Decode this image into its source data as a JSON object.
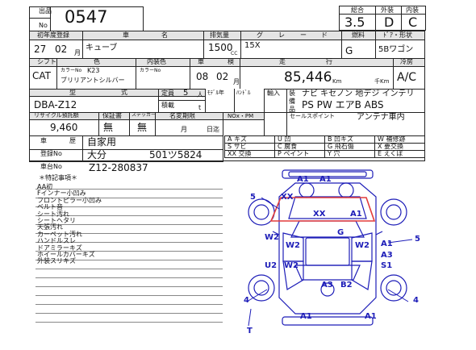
{
  "lot_box": {
    "label_top": "出品",
    "label_bottom": "No",
    "number": "0547"
  },
  "scores": {
    "overall_label": "総合",
    "overall": "3.5",
    "exterior_label": "外装",
    "exterior": "D",
    "interior_label": "内装",
    "interior": "C"
  },
  "row1": {
    "reg_label": "初年度登録",
    "reg_year": "27",
    "reg_month": "02",
    "month_unit": "月",
    "name_label1": "車",
    "name_label2": "名",
    "name": "キューブ",
    "displacement_label": "排気量",
    "displacement": "1500",
    "cc": "CC",
    "grade_label1": "グ",
    "grade_label2": "レ",
    "grade_label3": "ー",
    "grade_label4": "ド",
    "grade": "15X",
    "fuel_label": "燃料",
    "fuel": "G",
    "body_label": "ﾄﾞｱ・形状",
    "body": "5Bワゴン"
  },
  "row2": {
    "shift_label": "シフト",
    "shift": "CAT",
    "color_label": "色",
    "color_no_prefix": "カラーNo",
    "color_no": "K23",
    "color_name": "ブリリアントシルバー",
    "interior_label": "内装色",
    "interior_color_no": "カラーNo",
    "inspection_label1": "車",
    "inspection_label2": "検",
    "inspection_year": "08",
    "inspection_month": "02",
    "mileage_label1": "走",
    "mileage_label2": "行",
    "mileage": "85,446",
    "km": "Km",
    "thousand_km": "千Km",
    "ac_label": "冷房",
    "ac": "A/C"
  },
  "row3": {
    "model_label1": "型",
    "model_label2": "式",
    "model": "DBA-Z12",
    "capacity_label": "定員",
    "capacity": "5",
    "person": "人",
    "load_label": "積載",
    "ton": "t",
    "model_year_label": "ﾓﾃﾞﾙ年",
    "handle_label": "ﾊﾝﾄﾞﾙ",
    "import_label": "輸入",
    "equipment_label": "装備品",
    "equipment_line1": "ナビ キセノン 地デジ インテリ",
    "equipment_line2": "PS PW エアB ABS"
  },
  "row4": {
    "recycle_label": "リサイクル預託額",
    "recycle": "9,460",
    "warranty_label": "保証書",
    "warranty": "無",
    "sticker_label": "ステッカー",
    "sticker": "無",
    "name_change_label": "名変期限",
    "name_change_month": "月",
    "name_change_day": "日迄",
    "nox_label": "NOx・PM",
    "sales_point_label": "セールスポイント",
    "sales_point": "アンテナ車内"
  },
  "history": {
    "history_label1": "車",
    "history_label2": "歴",
    "history": "自家用",
    "plate_label": "登録No",
    "plate_area": "大分",
    "plate_number": "501ツ5824",
    "frame_label": "車台No",
    "frame_number": "Z12-280837"
  },
  "legend": [
    {
      "code": "A",
      "text": "キズ"
    },
    {
      "code": "U",
      "text": "凹"
    },
    {
      "code": "B",
      "text": "凹キズ"
    },
    {
      "code": "W",
      "text": "補修跡"
    },
    {
      "code": "S",
      "text": "サビ"
    },
    {
      "code": "C",
      "text": "腐食"
    },
    {
      "code": "G",
      "text": "飛石傷"
    },
    {
      "code": "X",
      "text": "要交換"
    },
    {
      "code": "XX",
      "text": "交換"
    },
    {
      "code": "P",
      "text": "ペイント"
    },
    {
      "code": "Y",
      "text": "穴"
    },
    {
      "code": "E",
      "text": "えくぼ"
    }
  ],
  "notes": {
    "title": "＊特記事項＊",
    "items": [
      "AA初",
      "Fインナー小凹み",
      "フロントピラー小凹み",
      "ベルト音",
      "シート汚れ",
      "シートヘタリ",
      "天張汚れ",
      "カーペット汚れ",
      "ハンドルスレ",
      "ドアミラーキズ",
      "ホイールカバーキズ",
      "外装スリキズ"
    ]
  },
  "damage": {
    "top_a1_left": "A1",
    "top_a1_right": "A1",
    "front_left_5": "5",
    "front_xx": "XX",
    "hood_xx": "XX",
    "hood_a1": "A1",
    "g": "G",
    "w2_left": "W2",
    "w2_mid": "W2",
    "w2_right": "W2",
    "a1_right": "A1",
    "u2": "U2",
    "w2_lower": "W2",
    "a3_right": "A3",
    "s1": "S1",
    "a3_bottom": "A3",
    "b2": "B2",
    "five_right": "5",
    "four_left": "4",
    "four_right": "4",
    "rear_a1_left": "A1",
    "rear_a1_right": "A1",
    "t": "T"
  },
  "colors": {
    "damage_red": "#e23c3c",
    "diagram_blue": "#1d1db8",
    "gray": "#e4e4e4"
  }
}
